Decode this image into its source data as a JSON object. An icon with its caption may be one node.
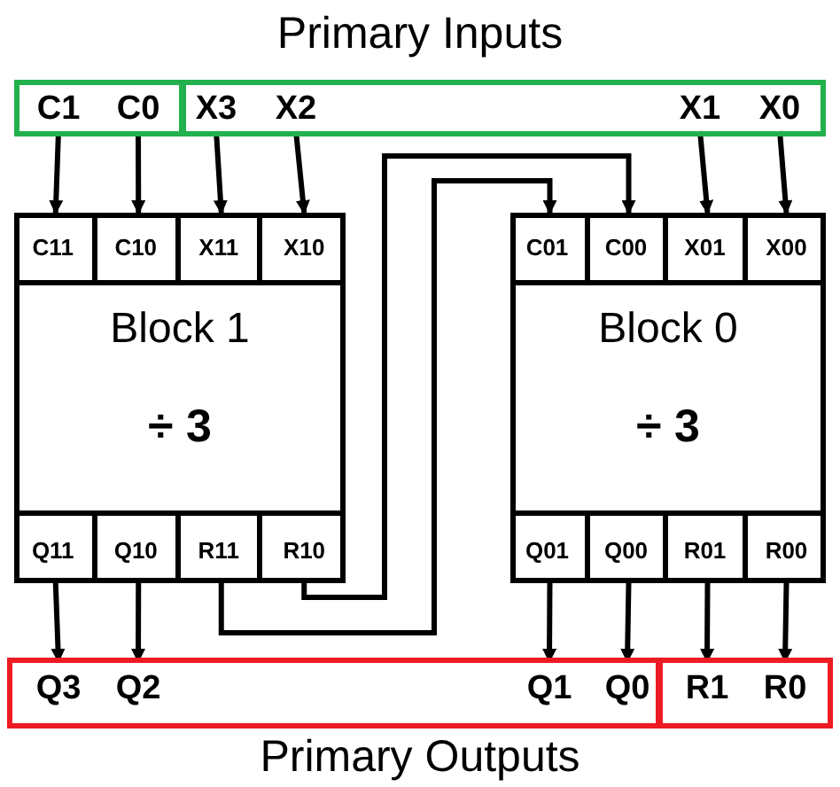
{
  "diagram": {
    "nodes": [
      {
        "text": [],
        "shape": "box"
      },
      {
        "text": [
          "C1"
        ],
        "in": 0
      },
      {
        "text": [
          "C0"
        ],
        "in": 0
      },
      {
        "text": [],
        "shape": "box"
      },
      {
        "text": [
          "X3"
        ],
        "in": 3
      },
      {
        "text": [
          "X2"
        ],
        "in": 3
      },
      {
        "text": [
          "X1"
        ],
        "in": 3
      },
      {
        "text": [
          "X0"
        ],
        "in": 3
      },
      {
        "text": [
          "Block 1",
          "÷ 3"
        ]
      },
      {
        "text": [
          "C11"
        ],
        "in": 8
      },
      {
        "text": [
          "C10"
        ],
        "in": 8
      },
      {
        "text": [
          "X11"
        ],
        "in": 8
      },
      {
        "text": [
          "X10"
        ],
        "in": 8
      },
      {
        "text": [
          "Q11"
        ],
        "in": 8
      },
      {
        "text": [
          "Q10"
        ],
        "in": 8
      },
      {
        "text": [
          "R11"
        ],
        "in": 8
      },
      {
        "text": [
          "R10"
        ],
        "in": 8
      },
      {
        "text": [
          "Block 0",
          "÷ 3"
        ]
      },
      {
        "text": [
          "C01"
        ],
        "in": 17
      },
      {
        "text": [
          "C00"
        ],
        "in": 17
      },
      {
        "text": [
          "X01"
        ],
        "in": 17
      },
      {
        "text": [
          "X00"
        ],
        "in": 17
      },
      {
        "text": [
          "Q01"
        ],
        "in": 17
      },
      {
        "text": [
          "Q00"
        ],
        "in": 17
      },
      {
        "text": [
          "R01"
        ],
        "in": 17
      },
      {
        "text": [
          "R00"
        ],
        "in": 17
      },
      {
        "text": [],
        "shape": "box"
      },
      {
        "text": [
          "Q3"
        ],
        "in": 26
      },
      {
        "text": [
          "Q2"
        ],
        "in": 26
      },
      {
        "text": [
          "Q1"
        ],
        "in": 26
      },
      {
        "text": [
          "Q0"
        ],
        "in": 26
      },
      {
        "text": [],
        "shape": "box"
      },
      {
        "text": [
          "R1"
        ],
        "in": 31
      },
      {
        "text": [
          "R0"
        ],
        "in": 31
      }
    ],
    "edges": [
      {
        "from": 1,
        "to": 9,
        "arrow": "to"
      },
      {
        "from": 2,
        "to": 10,
        "arrow": "to"
      },
      {
        "from": 4,
        "to": 11,
        "arrow": "to"
      },
      {
        "from": 5,
        "to": 12,
        "arrow": "to"
      },
      {
        "from": 6,
        "to": 20,
        "arrow": "to"
      },
      {
        "from": 7,
        "to": 21,
        "arrow": "to"
      },
      {
        "from": 16,
        "to": 19,
        "arrow": "to"
      },
      {
        "from": 15,
        "to": 18,
        "arrow": "to"
      },
      {
        "from": 13,
        "to": 27,
        "arrow": "to"
      },
      {
        "from": 14,
        "to": 28,
        "arrow": "to"
      },
      {
        "from": 22,
        "to": 29,
        "arrow": "to"
      },
      {
        "from": 23,
        "to": 30,
        "arrow": "to"
      },
      {
        "from": 24,
        "to": 32,
        "arrow": "to"
      },
      {
        "from": 25,
        "to": 33,
        "arrow": "to"
      }
    ],
    "labels": [
      "Primary Inputs",
      "Primary Outputs"
    ]
  }
}
